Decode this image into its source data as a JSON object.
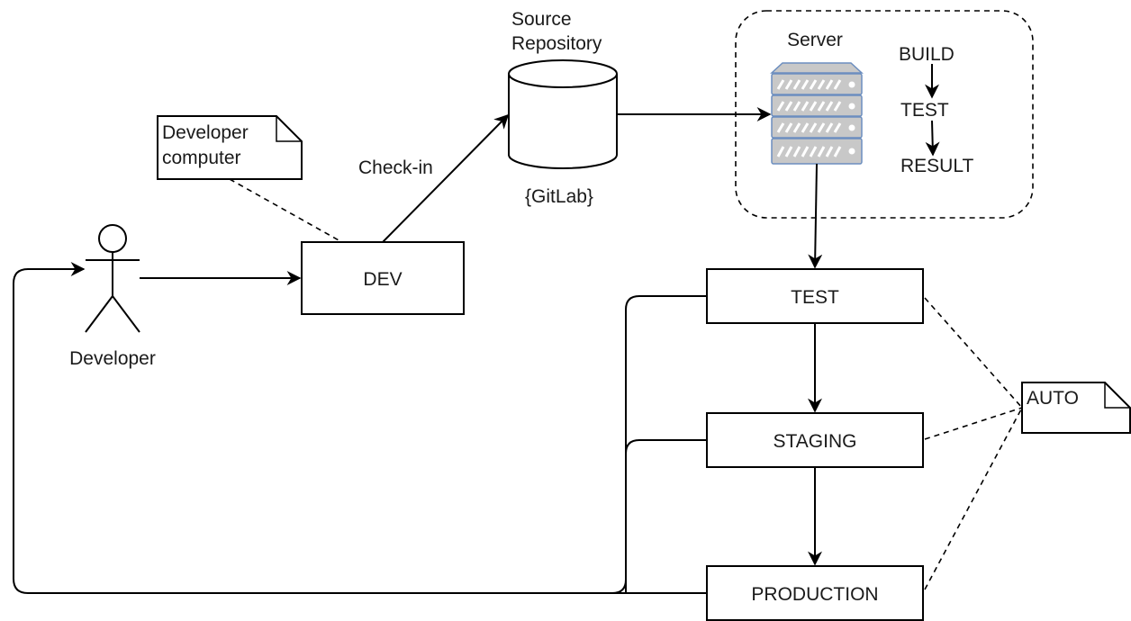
{
  "nodes": {
    "developer_computer_note": {
      "line1": "Developer",
      "line2": "computer"
    },
    "developer": {
      "label": "Developer"
    },
    "dev": {
      "label": "DEV"
    },
    "check_in": {
      "label": "Check-in"
    },
    "source_repository": {
      "line1": "Source",
      "line2": "Repository",
      "tool": "{GitLab}"
    },
    "server_group": {
      "server_label": "Server",
      "steps": [
        "BUILD",
        "TEST",
        "RESULT"
      ]
    },
    "test": {
      "label": "TEST"
    },
    "staging": {
      "label": "STAGING"
    },
    "production": {
      "label": "PRODUCTION"
    },
    "auto_note": {
      "label": "AUTO"
    }
  },
  "colors": {
    "line": "#000000",
    "server_fill": "#c8c8c8",
    "server_stroke": "#6c8ebf"
  },
  "icons": [
    "actor-icon",
    "database-icon",
    "server-icon",
    "note-icon"
  ]
}
